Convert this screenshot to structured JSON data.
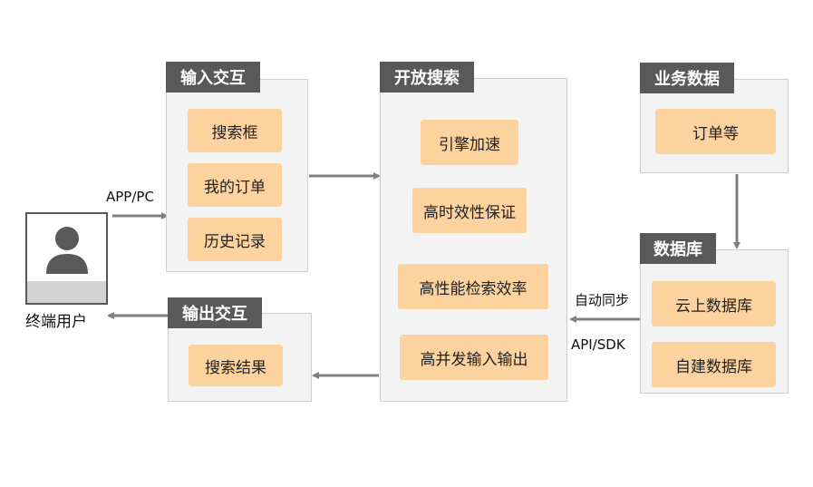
{
  "user": {
    "label": "终端用户",
    "icon": "user-avatar-icon"
  },
  "input_panel": {
    "title": "输入交互",
    "items": [
      "搜索框",
      "我的订单",
      "历史记录"
    ]
  },
  "output_panel": {
    "title": "输出交互",
    "items": [
      "搜索结果"
    ]
  },
  "search_panel": {
    "title": "开放搜索",
    "items": [
      "引擎加速",
      "高时效性保证",
      "高性能检索效率",
      "高并发输入输出"
    ]
  },
  "business_panel": {
    "title": "业务数据",
    "items": [
      "订单等"
    ]
  },
  "database_panel": {
    "title": "数据库",
    "items": [
      "云上数据库",
      "自建数据库"
    ]
  },
  "connectors": {
    "app_pc": "APP/PC",
    "auto_sync": "自动同步",
    "api_sdk": "API/SDK"
  },
  "colors": {
    "tag_bg": "#595959",
    "item_bg": "#fcd29f",
    "panel_bg": "#f3f3f3",
    "arrow": "#7f7f7f"
  }
}
